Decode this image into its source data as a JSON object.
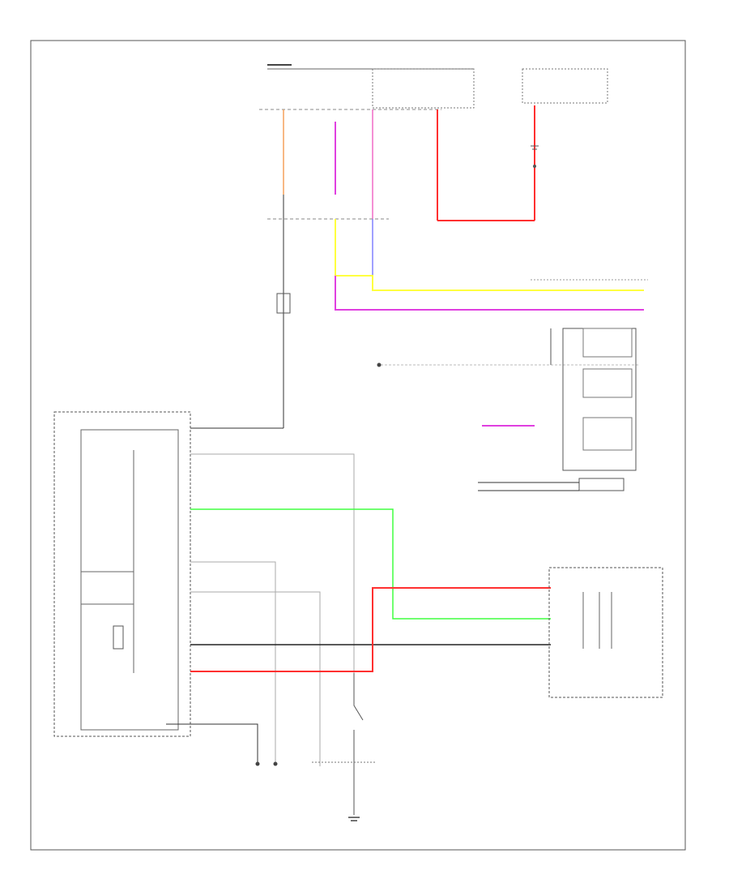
{
  "diagram": {
    "drawing_code": "",
    "components": [
      {
        "id": "fuse-box-main",
        "label": ""
      },
      {
        "id": "fuse-box-right",
        "label": ""
      },
      {
        "id": "ground-upper-right",
        "label": ""
      },
      {
        "id": "junction-left",
        "label": ""
      },
      {
        "id": "ground-middle",
        "label": ""
      },
      {
        "id": "connector-block-right",
        "label": ""
      },
      {
        "id": "control-unit-left",
        "label": ""
      },
      {
        "id": "control-unit-right",
        "label": ""
      },
      {
        "id": "ground-bottom",
        "label": ""
      }
    ],
    "wire_colors": {
      "orange": "#f4a05a",
      "magenta": "#e040e0",
      "pink": "#f06cc6",
      "blue": "#8080ff",
      "yellow": "#ffff40",
      "red": "#ff3030",
      "green": "#40ff40",
      "black": "#222222",
      "gray": "#b0b0b0"
    }
  }
}
